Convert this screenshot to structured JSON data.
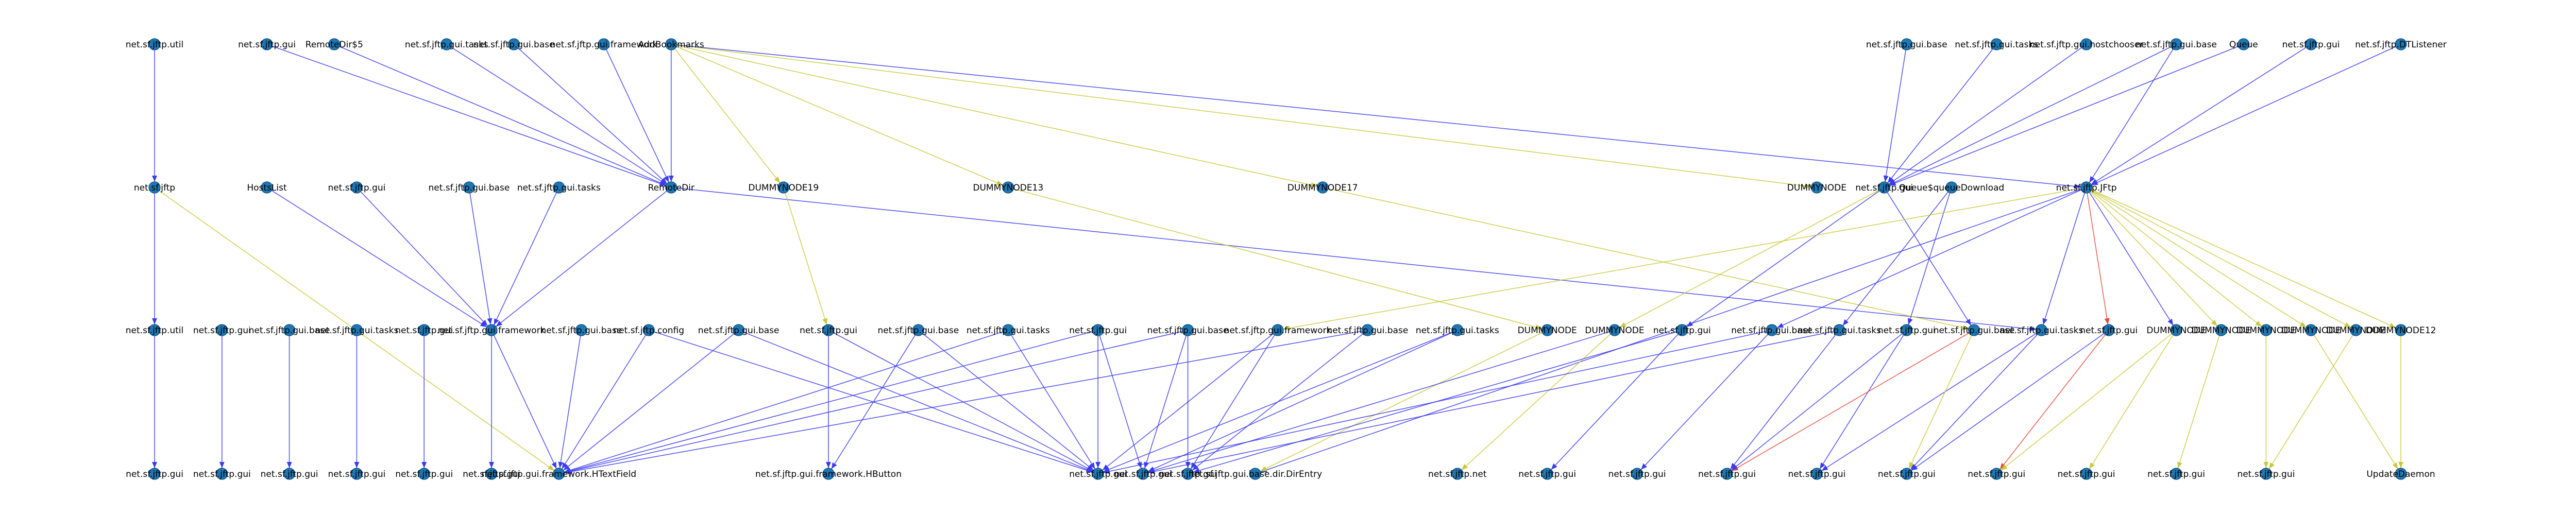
{
  "colors": {
    "node_fill": "#1f77b4",
    "edge_blue": "#3b3bf0",
    "edge_yellow": "#c9c93a",
    "edge_red": "#e8463a",
    "label": "#000000"
  },
  "graph": {
    "layers": [
      {
        "id": "top",
        "nodes": [
          {
            "id": "t1",
            "label": "net.sf.jftp.util",
            "xu": 0.0
          },
          {
            "id": "t2",
            "label": "net.sf.jftp.gui",
            "xu": 0.05
          },
          {
            "id": "t3",
            "label": "RemoteDir$5",
            "xu": 0.08
          },
          {
            "id": "t4",
            "label": "net.sf.jftp.gui.tasks",
            "xu": 0.13
          },
          {
            "id": "t5",
            "label": "net.sf.jftp.gui.base",
            "xu": 0.16
          },
          {
            "id": "t6",
            "label": "net.sf.jftp.gui.framework",
            "xu": 0.2
          },
          {
            "id": "t7",
            "label": "AddBookmarks",
            "xu": 0.23
          },
          {
            "id": "t8",
            "label": "net.sf.jftp.gui.base",
            "xu": 0.78
          },
          {
            "id": "t9",
            "label": "net.sf.jftp.gui.tasks",
            "xu": 0.82
          },
          {
            "id": "t10",
            "label": "net.sf.jftp.gui.hostchooser",
            "xu": 0.86
          },
          {
            "id": "t11",
            "label": "net.sf.jftp.gui.base",
            "xu": 0.9
          },
          {
            "id": "t12",
            "label": "Queue",
            "xu": 0.93
          },
          {
            "id": "t13",
            "label": "net.sf.jftp.gui",
            "xu": 0.96
          },
          {
            "id": "t14",
            "label": "net.sf.jftp.DTListener",
            "xu": 1.0
          }
        ]
      },
      {
        "id": "upper-mid",
        "nodes": [
          {
            "id": "m1",
            "label": "net.sf.jftp",
            "xu": 0.0
          },
          {
            "id": "m2",
            "label": "HostsList",
            "xu": 0.05
          },
          {
            "id": "m3",
            "label": "net.sf.jftp.gui",
            "xu": 0.09
          },
          {
            "id": "m4",
            "label": "net.sf.jftp.gui.base",
            "xu": 0.14
          },
          {
            "id": "m5",
            "label": "net.sf.jftp.gui.tasks",
            "xu": 0.18
          },
          {
            "id": "m6",
            "label": "RemoteDir",
            "xu": 0.23
          },
          {
            "id": "m7",
            "label": "DUMMYNODE19",
            "xu": 0.28
          },
          {
            "id": "m8",
            "label": "DUMMYNODE13",
            "xu": 0.38
          },
          {
            "id": "m9",
            "label": "DUMMYNODE17",
            "xu": 0.52
          },
          {
            "id": "m10",
            "label": "DUMMYNODE",
            "xu": 0.74
          },
          {
            "id": "m11",
            "label": "net.sf.jftp.gui",
            "xu": 0.77
          },
          {
            "id": "m12",
            "label": "Queue$queueDownload",
            "xu": 0.8
          },
          {
            "id": "m13",
            "label": "net.sf.jftp.JFtp",
            "xu": 0.86
          }
        ]
      },
      {
        "id": "lower-mid",
        "nodes": [
          {
            "id": "b1",
            "label": "net.sf.jftp.util",
            "xu": 0.0
          },
          {
            "id": "b2",
            "label": "net.sf.jftp.gui",
            "xu": 0.03
          },
          {
            "id": "b3",
            "label": "net.sf.jftp.gui.base",
            "xu": 0.06
          },
          {
            "id": "b4",
            "label": "net.sf.jftp.gui.tasks",
            "xu": 0.09
          },
          {
            "id": "b5",
            "label": "net.sf.jftp.gui",
            "xu": 0.12
          },
          {
            "id": "b6",
            "label": "net.sf.jftp.gui.framework",
            "xu": 0.15
          },
          {
            "id": "b7",
            "label": "net.sf.jftp.gui.base",
            "xu": 0.19
          },
          {
            "id": "b8",
            "label": "net.sf.jftp.config",
            "xu": 0.22
          },
          {
            "id": "b9",
            "label": "net.sf.jftp.gui.base",
            "xu": 0.26
          },
          {
            "id": "b10",
            "label": "net.sf.jftp.gui",
            "xu": 0.3
          },
          {
            "id": "b11",
            "label": "net.sf.jftp.gui.base",
            "xu": 0.34
          },
          {
            "id": "b12",
            "label": "net.sf.jftp.gui.tasks",
            "xu": 0.38
          },
          {
            "id": "b13",
            "label": "net.sf.jftp.gui",
            "xu": 0.42
          },
          {
            "id": "b14",
            "label": "net.sf.jftp.gui.base",
            "xu": 0.46
          },
          {
            "id": "b15",
            "label": "net.sf.jftp.gui.framework",
            "xu": 0.5
          },
          {
            "id": "b16",
            "label": "net.sf.jftp.gui.base",
            "xu": 0.54
          },
          {
            "id": "b17",
            "label": "net.sf.jftp.gui.tasks",
            "xu": 0.58
          },
          {
            "id": "b18",
            "label": "DUMMYNODE",
            "xu": 0.62
          },
          {
            "id": "b19",
            "label": "DUMMYNODE",
            "xu": 0.65
          },
          {
            "id": "b20",
            "label": "net.sf.jftp.gui",
            "xu": 0.68
          },
          {
            "id": "b21",
            "label": "net.sf.jftp.gui.base",
            "xu": 0.72
          },
          {
            "id": "b22",
            "label": "net.sf.jftp.gui.tasks",
            "xu": 0.75
          },
          {
            "id": "b23",
            "label": "net.sf.jftp.gui",
            "xu": 0.78
          },
          {
            "id": "b24",
            "label": "net.sf.jftp.gui.base",
            "xu": 0.81
          },
          {
            "id": "b25",
            "label": "net.sf.jftp.gui.tasks",
            "xu": 0.84
          },
          {
            "id": "b26",
            "label": "net.sf.jftp.gui",
            "xu": 0.87
          },
          {
            "id": "b27",
            "label": "DUMMYNODE",
            "xu": 0.9
          },
          {
            "id": "b28",
            "label": "DUMMYNODE",
            "xu": 0.92
          },
          {
            "id": "b29",
            "label": "DUMMYNODE",
            "xu": 0.94
          },
          {
            "id": "b30",
            "label": "DUMMYNODE",
            "xu": 0.96
          },
          {
            "id": "b31",
            "label": "DUMMYNODE",
            "xu": 0.98
          },
          {
            "id": "b32",
            "label": "DUMMYNODE12",
            "xu": 1.0
          }
        ]
      },
      {
        "id": "bottom",
        "nodes": [
          {
            "id": "z1",
            "label": "net.sf.jftp.gui",
            "xu": 0.0
          },
          {
            "id": "z2",
            "label": "net.sf.jftp.gui",
            "xu": 0.03
          },
          {
            "id": "z3",
            "label": "net.sf.jftp.gui",
            "xu": 0.06
          },
          {
            "id": "z4",
            "label": "net.sf.jftp.gui",
            "xu": 0.09
          },
          {
            "id": "z5",
            "label": "net.sf.jftp.gui",
            "xu": 0.12
          },
          {
            "id": "z6",
            "label": "net.sf.jftp.gui",
            "xu": 0.15
          },
          {
            "id": "z7",
            "label": "net.sf.jftp.gui.framework.HTextField",
            "xu": 0.18
          },
          {
            "id": "z8",
            "label": "net.sf.jftp.gui.framework.HButton",
            "xu": 0.3
          },
          {
            "id": "z9",
            "label": "net.sf.jftp.gui",
            "xu": 0.42
          },
          {
            "id": "z10",
            "label": "net.sf.jftp.gui",
            "xu": 0.44
          },
          {
            "id": "z11",
            "label": "net.sf.jftp.gui",
            "xu": 0.46
          },
          {
            "id": "z12",
            "label": "net.sf.jftp.gui.base.dir.DirEntry",
            "xu": 0.49
          },
          {
            "id": "z13",
            "label": "net.sf.jftp.net",
            "xu": 0.58
          },
          {
            "id": "z14",
            "label": "net.sf.jftp.gui",
            "xu": 0.62
          },
          {
            "id": "z15",
            "label": "net.sf.jftp.gui",
            "xu": 0.66
          },
          {
            "id": "z16",
            "label": "net.sf.jftp.gui",
            "xu": 0.7
          },
          {
            "id": "z17",
            "label": "net.sf.jftp.gui",
            "xu": 0.74
          },
          {
            "id": "z18",
            "label": "net.sf.jftp.gui",
            "xu": 0.78
          },
          {
            "id": "z19",
            "label": "net.sf.jftp.gui",
            "xu": 0.82
          },
          {
            "id": "z20",
            "label": "net.sf.jftp.gui",
            "xu": 0.86
          },
          {
            "id": "z21",
            "label": "net.sf.jftp.gui",
            "xu": 0.9
          },
          {
            "id": "z22",
            "label": "net.sf.jftp.gui",
            "xu": 0.94
          },
          {
            "id": "z23",
            "label": "UpdateDaemon",
            "xu": 1.0
          }
        ]
      }
    ],
    "edges": [
      [
        "t1",
        "m1",
        "blue"
      ],
      [
        "t3",
        "m6",
        "blue"
      ],
      [
        "t2",
        "m6",
        "blue"
      ],
      [
        "t4",
        "m6",
        "blue"
      ],
      [
        "t5",
        "m6",
        "blue"
      ],
      [
        "t6",
        "m6",
        "blue"
      ],
      [
        "t7",
        "m6",
        "blue"
      ],
      [
        "t7",
        "m7",
        "yellow"
      ],
      [
        "t7",
        "m8",
        "yellow"
      ],
      [
        "t7",
        "m9",
        "yellow"
      ],
      [
        "t7",
        "m10",
        "yellow"
      ],
      [
        "t7",
        "m13",
        "blue"
      ],
      [
        "t8",
        "m11",
        "blue"
      ],
      [
        "t9",
        "m11",
        "blue"
      ],
      [
        "t10",
        "m11",
        "blue"
      ],
      [
        "t11",
        "m11",
        "blue"
      ],
      [
        "t12",
        "m11",
        "blue"
      ],
      [
        "t13",
        "m13",
        "blue"
      ],
      [
        "t14",
        "m13",
        "blue"
      ],
      [
        "t11",
        "m13",
        "blue"
      ],
      [
        "m1",
        "b1",
        "blue"
      ],
      [
        "m1",
        "z7",
        "yellow"
      ],
      [
        "m2",
        "b6",
        "blue"
      ],
      [
        "m3",
        "b6",
        "blue"
      ],
      [
        "m4",
        "b6",
        "blue"
      ],
      [
        "m5",
        "b6",
        "blue"
      ],
      [
        "m6",
        "b6",
        "blue"
      ],
      [
        "m6",
        "b25",
        "blue"
      ],
      [
        "m7",
        "b10",
        "yellow"
      ],
      [
        "m8",
        "b18",
        "yellow"
      ],
      [
        "m9",
        "b24",
        "yellow"
      ],
      [
        "m11",
        "b19",
        "yellow"
      ],
      [
        "m11",
        "b20",
        "blue"
      ],
      [
        "m11",
        "b24",
        "blue"
      ],
      [
        "m12",
        "b22",
        "blue"
      ],
      [
        "m12",
        "b23",
        "blue"
      ],
      [
        "m13",
        "z12",
        "blue"
      ],
      [
        "m13",
        "b26",
        "red"
      ],
      [
        "m13",
        "b27",
        "blue"
      ],
      [
        "m13",
        "b28",
        "yellow"
      ],
      [
        "m13",
        "b29",
        "yellow"
      ],
      [
        "m13",
        "b30",
        "yellow"
      ],
      [
        "m13",
        "b31",
        "yellow"
      ],
      [
        "m13",
        "b32",
        "yellow"
      ],
      [
        "m13",
        "b21",
        "blue"
      ],
      [
        "m13",
        "b25",
        "blue"
      ],
      [
        "m13",
        "b15",
        "yellow"
      ],
      [
        "b1",
        "z1",
        "blue"
      ],
      [
        "b2",
        "z2",
        "blue"
      ],
      [
        "b3",
        "z3",
        "blue"
      ],
      [
        "b4",
        "z4",
        "blue"
      ],
      [
        "b5",
        "z5",
        "blue"
      ],
      [
        "b6",
        "z7",
        "blue"
      ],
      [
        "b6",
        "z6",
        "blue"
      ],
      [
        "b7",
        "z7",
        "blue"
      ],
      [
        "b8",
        "z7",
        "blue"
      ],
      [
        "b9",
        "z7",
        "blue"
      ],
      [
        "b10",
        "z8",
        "blue"
      ],
      [
        "b11",
        "z8",
        "blue"
      ],
      [
        "b12",
        "z9",
        "blue"
      ],
      [
        "b13",
        "z9",
        "blue"
      ],
      [
        "b14",
        "z10",
        "blue"
      ],
      [
        "b15",
        "z11",
        "blue"
      ],
      [
        "b16",
        "z7",
        "blue"
      ],
      [
        "b17",
        "z9",
        "blue"
      ],
      [
        "b16",
        "z11",
        "blue"
      ],
      [
        "b17",
        "z10",
        "blue"
      ],
      [
        "b15",
        "z9",
        "blue"
      ],
      [
        "b14",
        "z7",
        "blue"
      ],
      [
        "b13",
        "z7",
        "blue"
      ],
      [
        "b12",
        "z7",
        "blue"
      ],
      [
        "b18",
        "z12",
        "yellow"
      ],
      [
        "b19",
        "z13",
        "yellow"
      ],
      [
        "b20",
        "z14",
        "blue"
      ],
      [
        "b21",
        "z15",
        "blue"
      ],
      [
        "b22",
        "z16",
        "blue"
      ],
      [
        "b23",
        "z17",
        "blue"
      ],
      [
        "b24",
        "z16",
        "red"
      ],
      [
        "b25",
        "z18",
        "blue"
      ],
      [
        "b26",
        "z19",
        "red"
      ],
      [
        "b27",
        "z20",
        "yellow"
      ],
      [
        "b28",
        "z21",
        "yellow"
      ],
      [
        "b29",
        "z22",
        "yellow"
      ],
      [
        "b30",
        "z23",
        "yellow"
      ],
      [
        "b31",
        "z22",
        "yellow"
      ],
      [
        "b32",
        "z23",
        "yellow"
      ],
      [
        "b11",
        "z9",
        "blue"
      ],
      [
        "b10",
        "z9",
        "blue"
      ],
      [
        "b9",
        "z9",
        "blue"
      ],
      [
        "b8",
        "z9",
        "blue"
      ],
      [
        "b21",
        "z9",
        "blue"
      ],
      [
        "b22",
        "z10",
        "blue"
      ],
      [
        "b23",
        "z16",
        "blue"
      ],
      [
        "b25",
        "z17",
        "blue"
      ],
      [
        "b20",
        "z11",
        "blue"
      ],
      [
        "b19",
        "z10",
        "blue"
      ],
      [
        "b26",
        "z18",
        "blue"
      ],
      [
        "b27",
        "z19",
        "yellow"
      ],
      [
        "b24",
        "z18",
        "yellow"
      ],
      [
        "b13",
        "z10",
        "blue"
      ],
      [
        "b14",
        "z11",
        "blue"
      ]
    ]
  }
}
